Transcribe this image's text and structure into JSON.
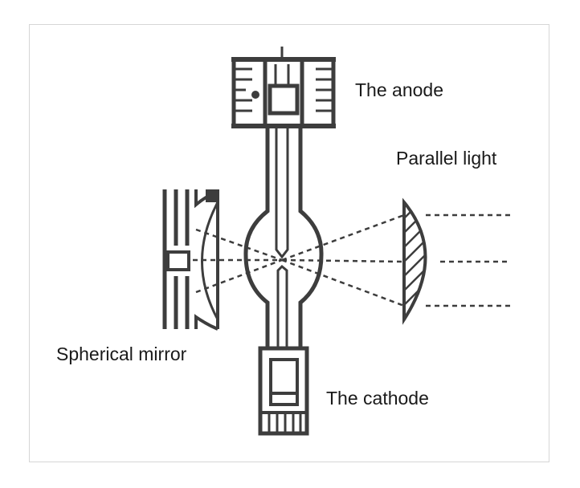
{
  "labels": {
    "anode": "The anode",
    "parallel_light": "Parallel light",
    "spherical_mirror": "Spherical mirror",
    "cathode": "The cathode"
  },
  "colors": {
    "stroke": "#3d3d3d",
    "frame": "#d6d6d6",
    "background": "#ffffff"
  }
}
